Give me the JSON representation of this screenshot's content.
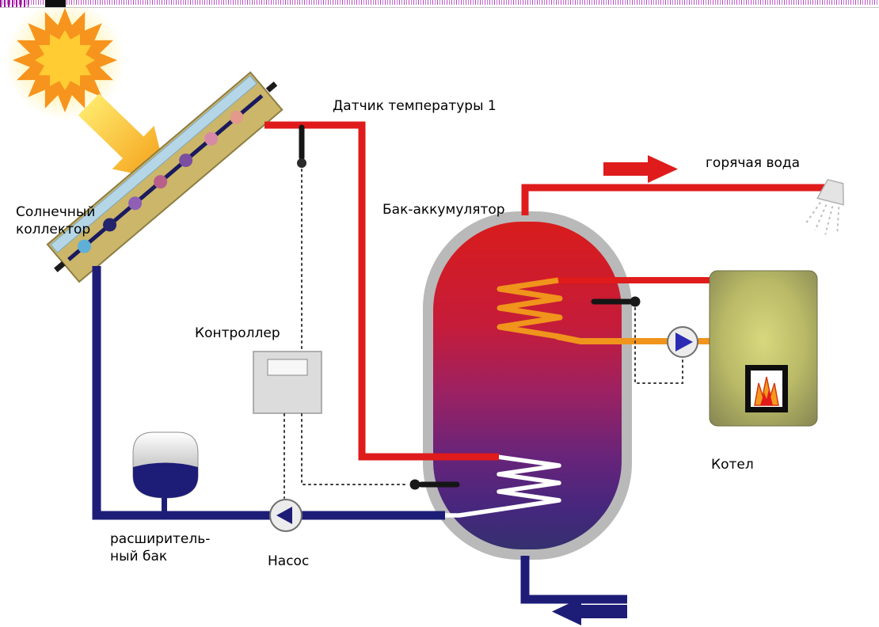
{
  "labels": {
    "collector": [
      "Солнечный",
      "коллектор"
    ],
    "sensor1": "Датчик температуры 1",
    "storage_tank": "Бак-аккумулятор",
    "controller": "Контроллер",
    "pump": "Насос",
    "expansion_tank": [
      "расширитель-",
      "ный бак"
    ],
    "boiler": "Котел",
    "hot_water": "горячая вода"
  },
  "colors": {
    "hot_pipe": "#df1b1b",
    "cold_pipe": "#1d1d78",
    "boiler_return": "#f0941c",
    "coil_hot": "#f0941c",
    "coil_cold": "#ffffff",
    "sun_outer": "#f7941d",
    "sun_inner": "#ffcc33",
    "tank_shell": "#b9b9b9",
    "controller_body": "#dcdcdc",
    "boiler_body": "#8b8b55"
  }
}
